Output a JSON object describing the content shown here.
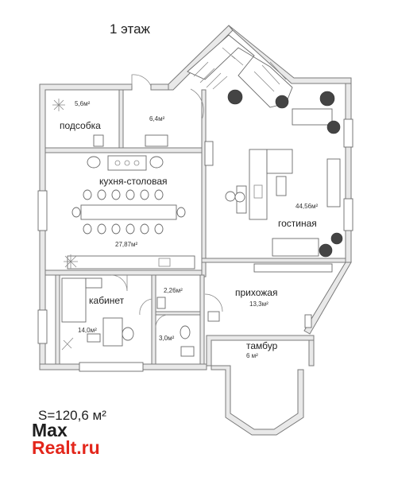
{
  "floor_title": "1 этаж",
  "rooms": {
    "podsobka": {
      "name": "подсобка",
      "area": "5,6м²"
    },
    "small_room": {
      "area": "6,4м²"
    },
    "kitchen": {
      "name": "кухня-столовая",
      "area": "27,87м²"
    },
    "living": {
      "name": "гостиная",
      "area": "44,56м²"
    },
    "study": {
      "name": "кабинет",
      "area": "14,0м²"
    },
    "wc1": {
      "area": "2,26м²"
    },
    "wc2": {
      "area": "3,0м²"
    },
    "hall": {
      "name": "прихожая",
      "area": "13,3м²"
    },
    "vestibule": {
      "name": "тамбур",
      "area": "6 м²"
    }
  },
  "total_area": "S=120,6 м²",
  "logo": {
    "part1": "Max",
    "part2": "Realt.ru"
  },
  "colors": {
    "wall": "#7a7a7a",
    "logo_dark": "#1f1f1f",
    "logo_red": "#e3261b"
  }
}
